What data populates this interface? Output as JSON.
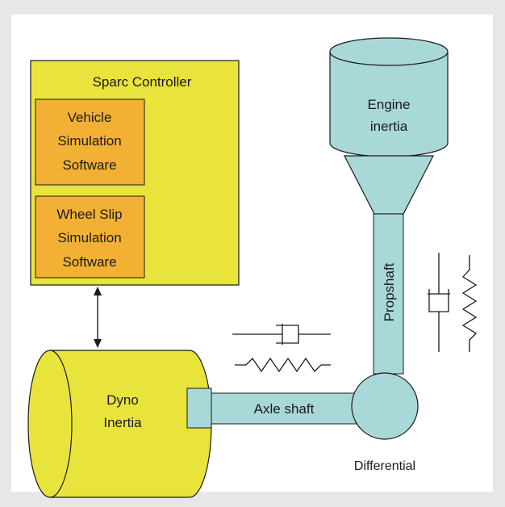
{
  "controller": {
    "title": "Sparc Controller",
    "vehicle_sim": [
      "Vehicle",
      "Simulation",
      "Software"
    ],
    "wheel_slip_sim": [
      "Wheel Slip",
      "Simulation",
      "Software"
    ]
  },
  "engine": [
    "Engine",
    "inertia"
  ],
  "propshaft": "Propshaft",
  "dyno": [
    "Dyno",
    "Inertia"
  ],
  "axle_shaft": "Axle shaft",
  "differential": "Differential",
  "colors": {
    "controller_fill": "#e8e43c",
    "software_fill": "#f2b134",
    "mechanical_fill": "#a9d8d8",
    "dyno_fill": "#e8e43c",
    "stroke": "#1a1a1a",
    "background": "#e6e7e8"
  }
}
